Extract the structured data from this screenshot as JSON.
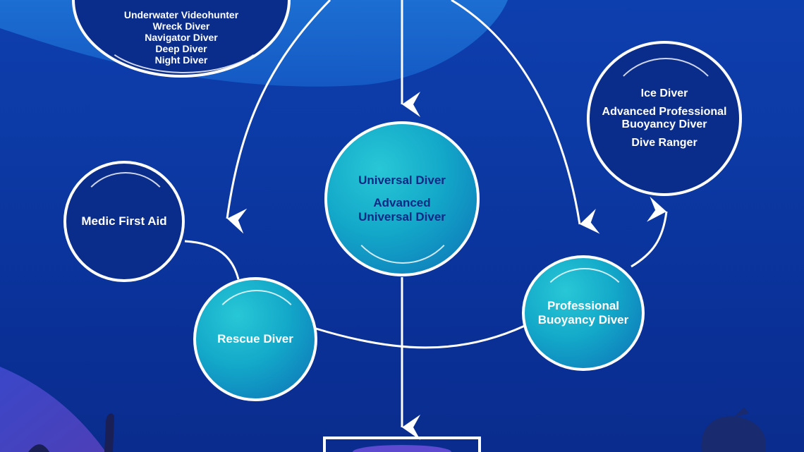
{
  "colors": {
    "background": "#0c39a4",
    "node_dark": "#0a2d8c",
    "node_teal": "#13a8c9",
    "stroke": "#ffffff",
    "navy_text": "#0b2a84"
  },
  "nodes": {
    "specialties_top": {
      "lines": [
        "Underwater Videohunter",
        "Wreck Diver",
        "Navigator Diver",
        "Deep Diver",
        "Night Diver"
      ]
    },
    "medic": {
      "lines": [
        "Medic First Aid"
      ]
    },
    "universal": {
      "lines": [
        "Universal Diver",
        "Advanced",
        "Universal Diver"
      ]
    },
    "rescue": {
      "lines": [
        "Rescue Diver"
      ]
    },
    "buoyancy": {
      "lines": [
        "Professional",
        "Buoyancy Diver"
      ]
    },
    "specialties_right": {
      "lines": [
        "Ice Diver",
        "Advanced Professional",
        "Buoyancy Diver",
        "Dive Ranger"
      ]
    }
  }
}
